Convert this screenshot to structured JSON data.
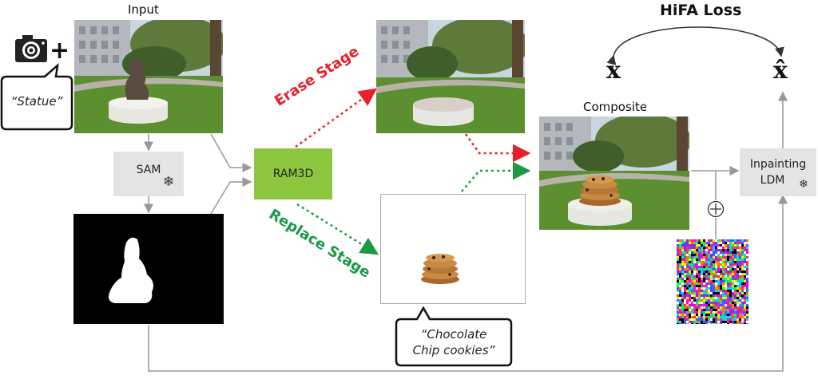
{
  "input": {
    "label": "Input",
    "prompt": "“Statue”",
    "plus": "+"
  },
  "sam": {
    "label": "SAM"
  },
  "ram3d": {
    "label": "RAM3D"
  },
  "stages": {
    "erase": "Erase Stage",
    "replace": "Replace Stage"
  },
  "replace_prompt": {
    "line1": "“Chocolate",
    "line2": "Chip cookies”"
  },
  "composite": {
    "label": "Composite"
  },
  "inpainting": {
    "line1": "Inpainting",
    "line2": "LDM"
  },
  "loss": {
    "title": "HiFA Loss",
    "x": "x",
    "xhat": "x̂"
  },
  "oplus": "⊕",
  "colors": {
    "ram3d_fill": "#8dc63f",
    "sam_fill": "#e4e4e4",
    "erase_red": "#e8202a",
    "replace_green": "#1a9a45",
    "arrow_gray": "#999999"
  }
}
